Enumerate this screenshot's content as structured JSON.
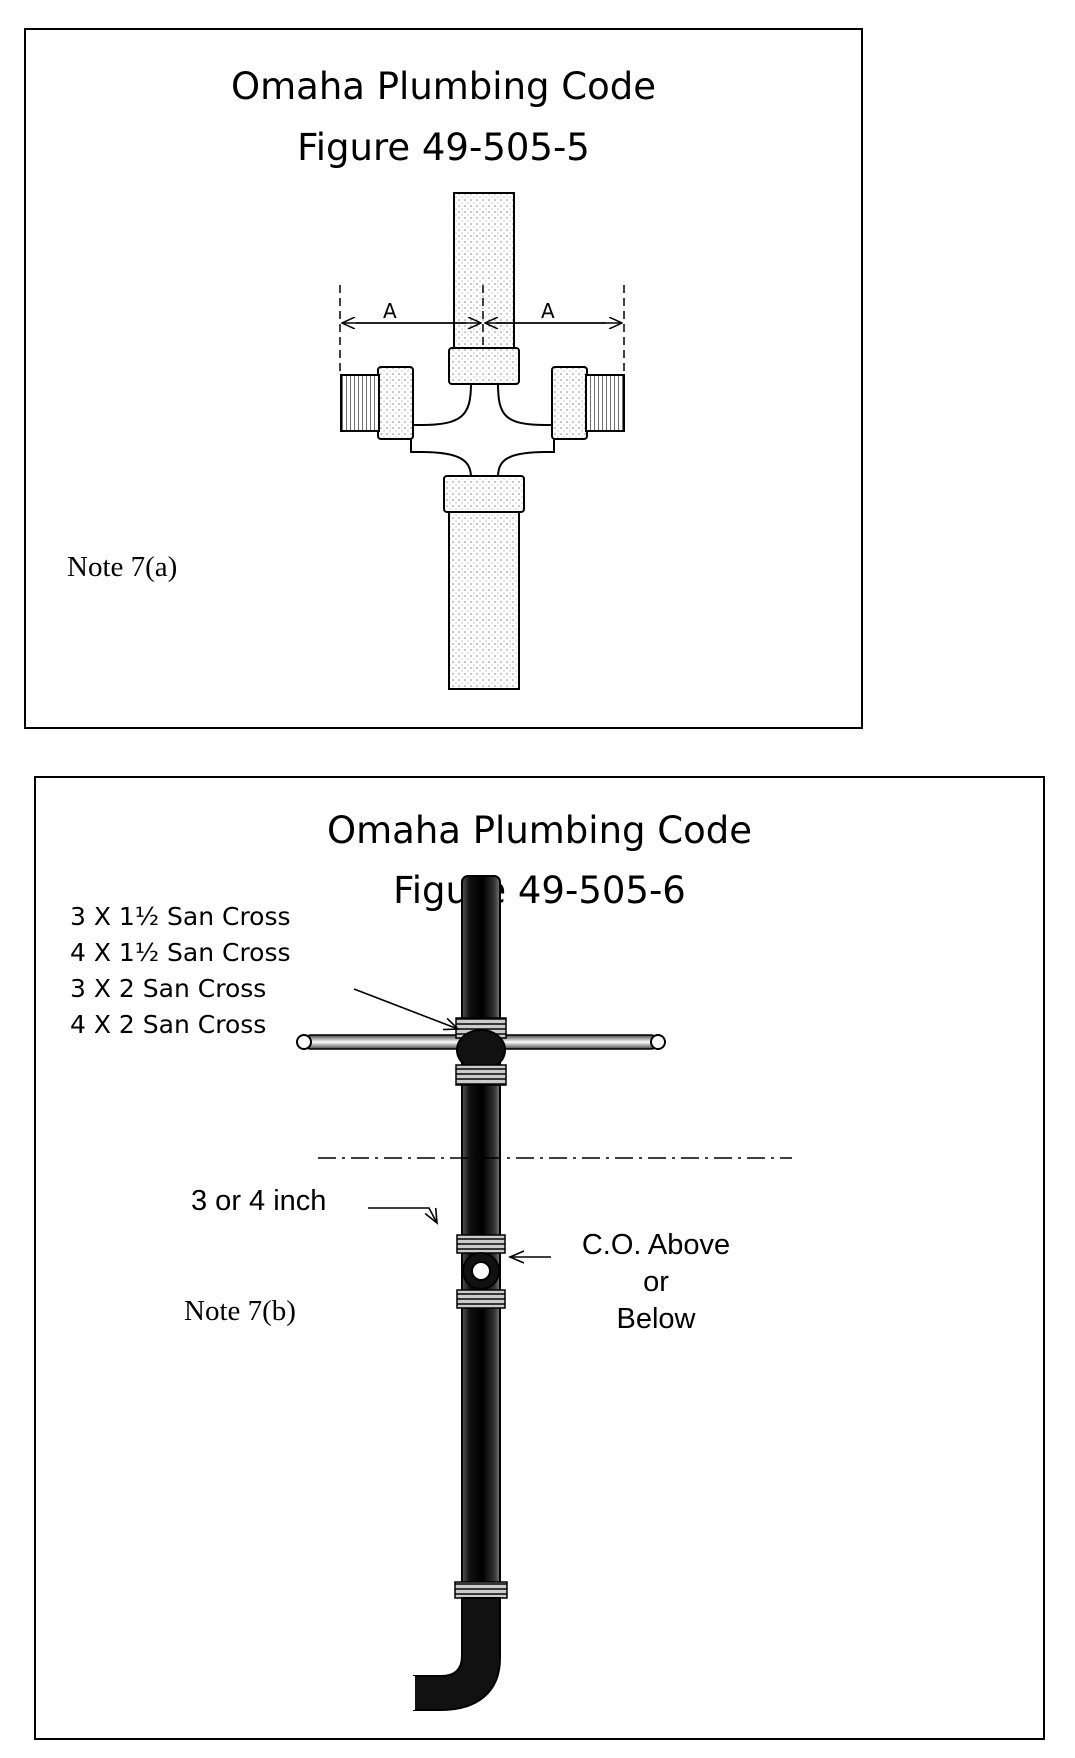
{
  "figure1": {
    "title_line1": "Omaha Plumbing Code",
    "title_line2": "Figure 49-505-5",
    "dimension_left": "A",
    "dimension_right": "A",
    "note": "Note 7(a)"
  },
  "figure2": {
    "title_line1": "Omaha Plumbing Code",
    "title_line2": "Figure 49-505-6",
    "fittings": [
      "3 X 1½ San Cross",
      "4 X 1½ San Cross",
      "3 X 2 San Cross",
      "4 X 2 San Cross"
    ],
    "pipe_size": "3 or 4 inch",
    "cleanout_line1": "C.O. Above",
    "cleanout_line2": "or",
    "cleanout_line3": "Below",
    "note": "Note 7(b)"
  }
}
